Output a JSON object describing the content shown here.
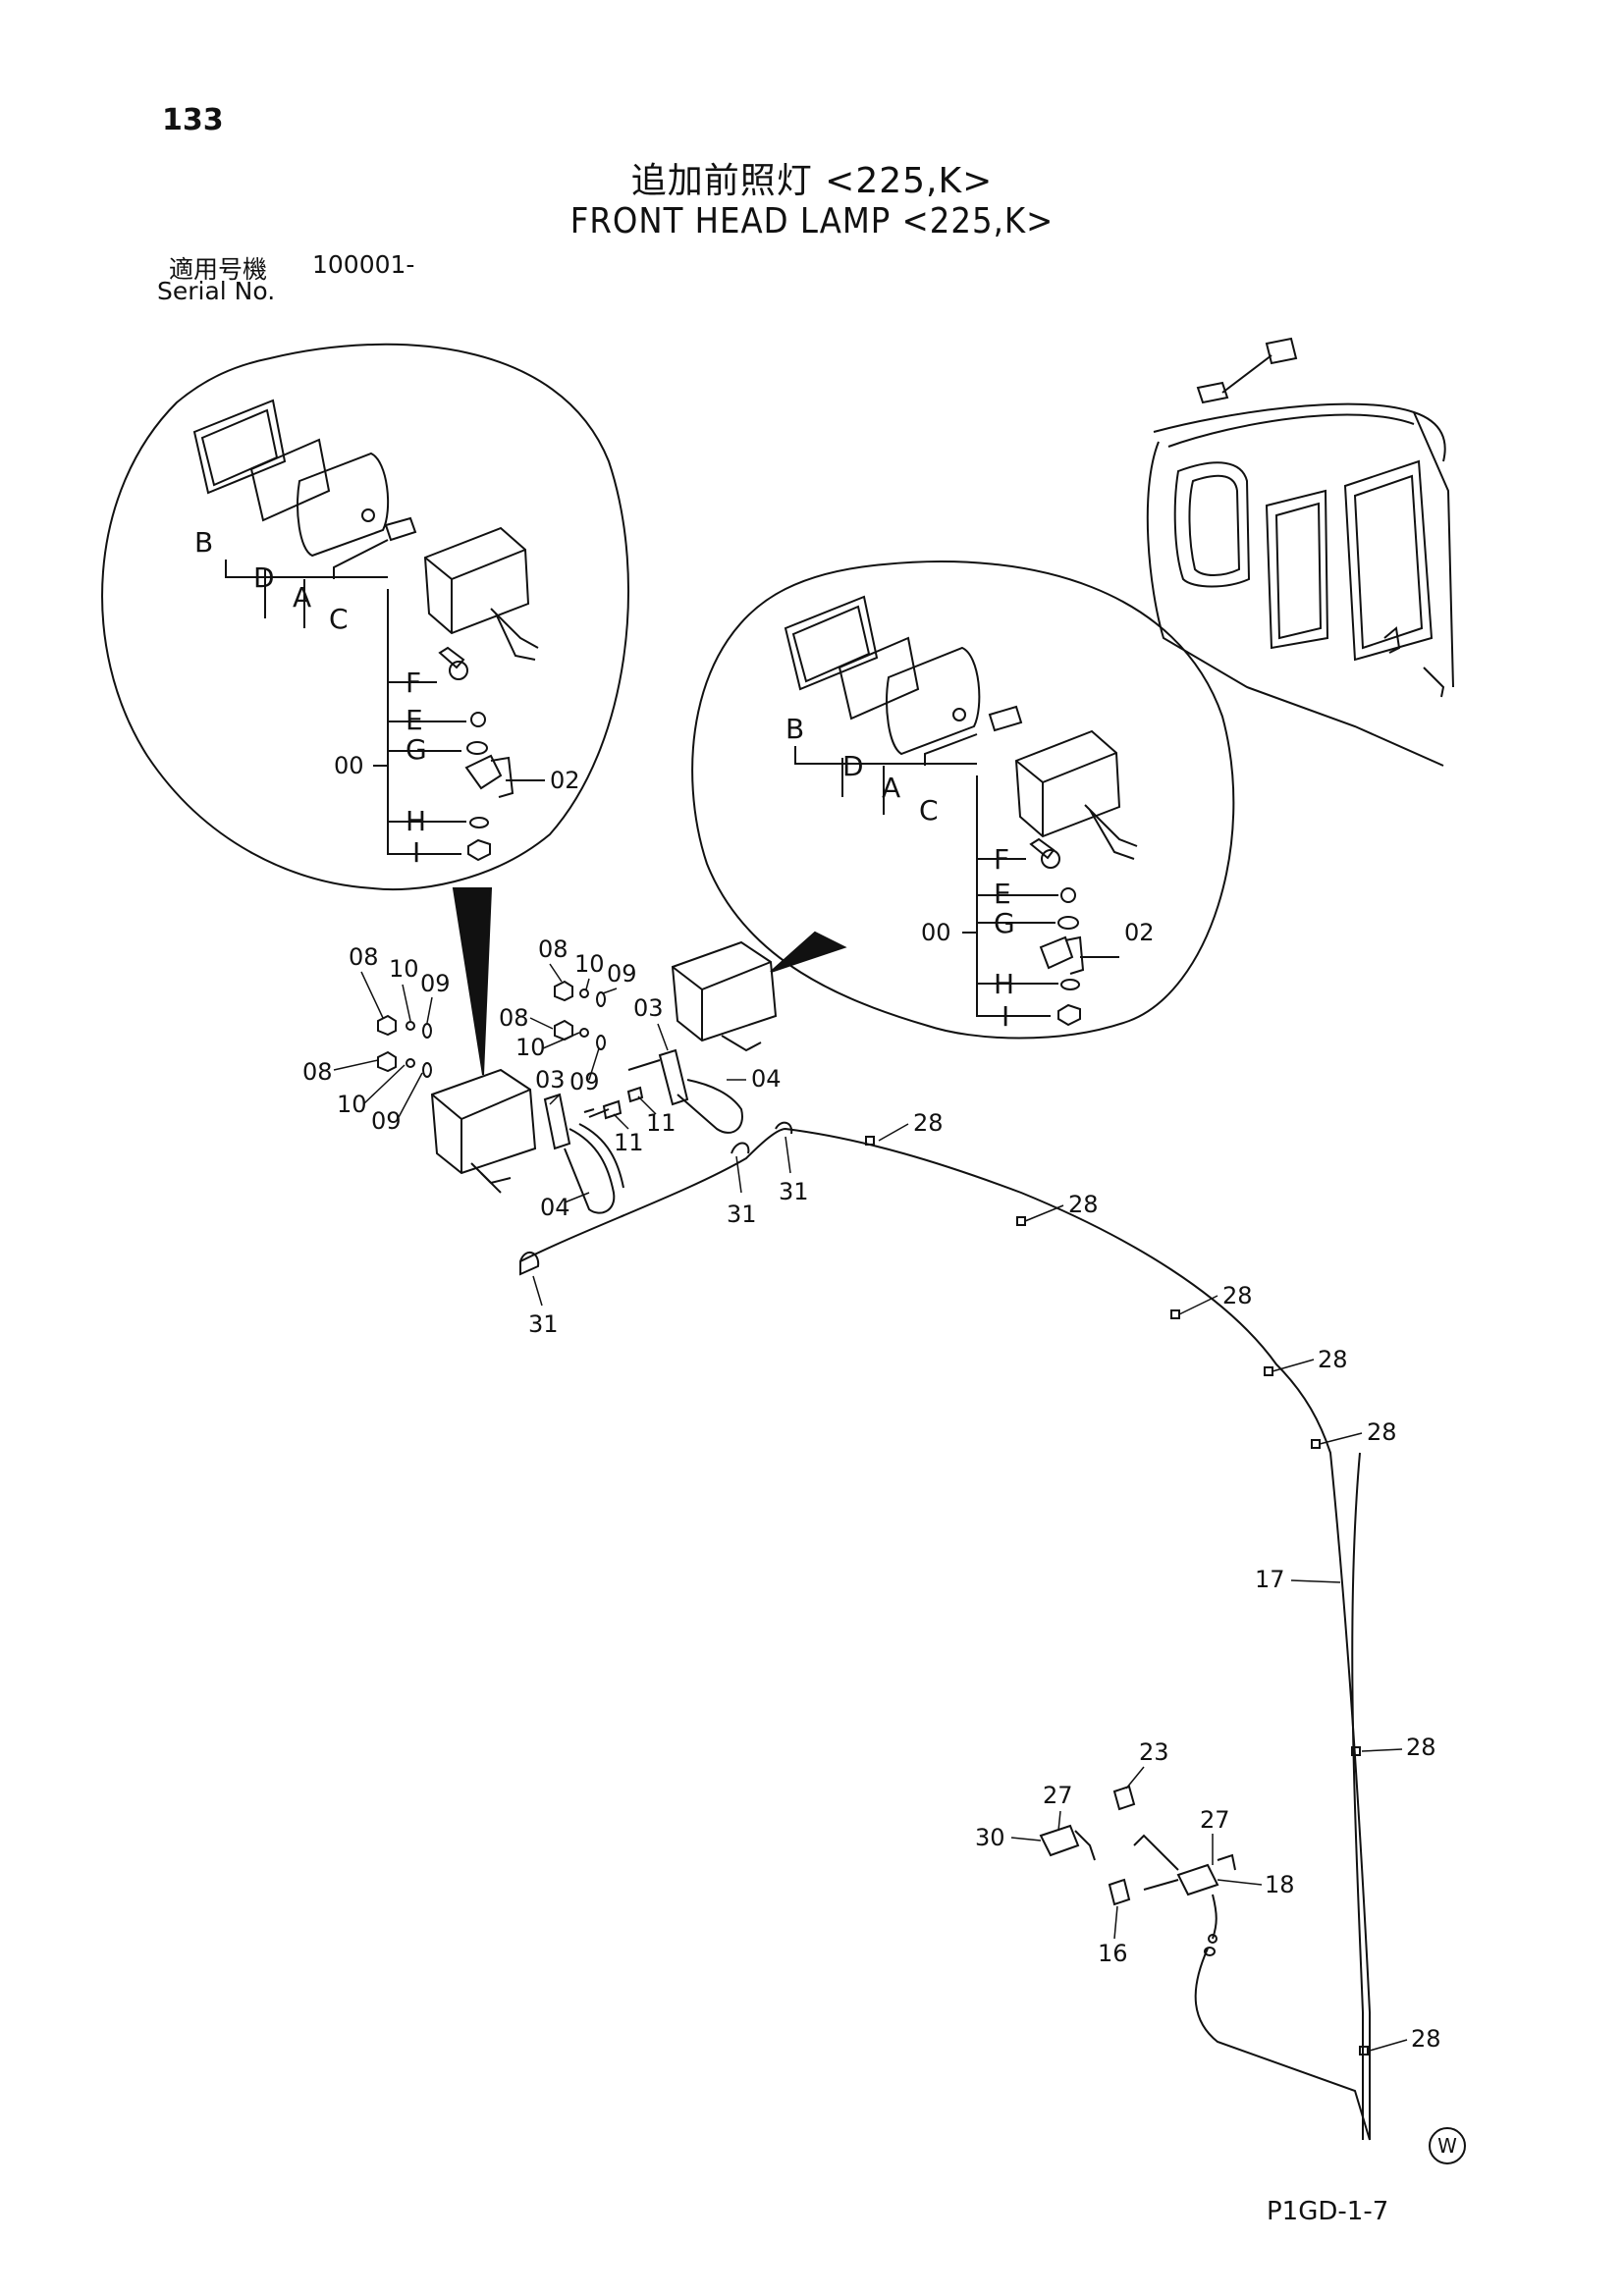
{
  "page_number": "133",
  "title_jp": "追加前照灯 <225,K>",
  "title_en": "FRONT HEAD LAMP <225,K>",
  "serial": {
    "label_jp": "適用号機",
    "label_en": "Serial No.",
    "value": "100001-"
  },
  "footer_code": "P1GD-1-7",
  "watermark": "W",
  "detail_left": {
    "labels": {
      "b": "B",
      "d": "D",
      "a": "A",
      "c": "C",
      "f": "F",
      "e": "E",
      "g": "G",
      "h": "H",
      "i": "I",
      "assembly": "00",
      "bracket": "02"
    }
  },
  "detail_right": {
    "labels": {
      "b": "B",
      "d": "D",
      "a": "A",
      "c": "C",
      "f": "F",
      "e": "E",
      "g": "G",
      "h": "H",
      "i": "I",
      "assembly": "00",
      "bracket": "02"
    }
  },
  "callouts": {
    "p08a": "08",
    "p10a": "10",
    "p09a": "09",
    "p08b": "08",
    "p10b": "10",
    "p09b": "09",
    "p08c": "08",
    "p10c": "10",
    "p09c": "09",
    "p08d": "08",
    "p10d": "10",
    "p09d": "09",
    "p03a": "03",
    "p03b": "03",
    "p04a": "04",
    "p04b": "04",
    "p11a": "11",
    "p11b": "11",
    "p28a": "28",
    "p28b": "28",
    "p28c": "28",
    "p28d": "28",
    "p28e": "28",
    "p28f": "28",
    "p28g": "28",
    "p31a": "31",
    "p31b": "31",
    "p31c": "31",
    "p17": "17",
    "p23": "23",
    "p27a": "27",
    "p27b": "27",
    "p30": "30",
    "p18": "18",
    "p16": "16"
  }
}
